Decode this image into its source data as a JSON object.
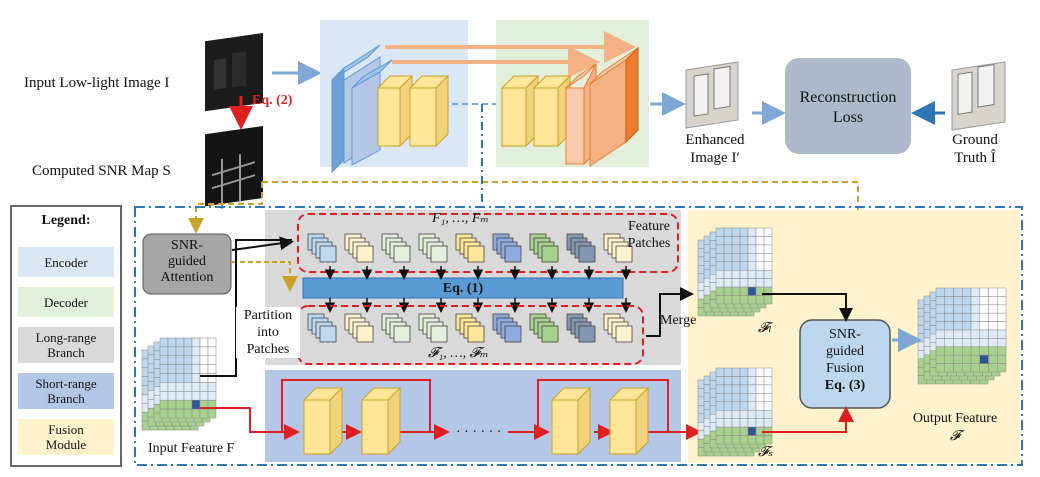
{
  "top": {
    "input_label": "Input Low-light Image I",
    "snr_map_label": "Computed SNR Map S",
    "eq2_label": "Eq. (2)",
    "enhanced_label_1": "Enhanced",
    "enhanced_label_2": "Image I′",
    "loss_label_1": "Reconstruction",
    "loss_label_2": "Loss",
    "gt_label_1": "Ground",
    "gt_label_2": "Truth Î"
  },
  "legend": {
    "title": "Legend:",
    "items": [
      {
        "label": "Encoder",
        "color": "#dae8f5"
      },
      {
        "label": "Decoder",
        "color": "#e2efda"
      },
      {
        "label": "Long-range Branch",
        "color": "#d9d9d9"
      },
      {
        "label": "Short-range Branch",
        "color": "#b4c7e7"
      },
      {
        "label": "Fusion Module",
        "color": "#fff2cc"
      }
    ]
  },
  "detail": {
    "snr_attention_1": "SNR-",
    "snr_attention_2": "guided",
    "snr_attention_3": "Attention",
    "partition_1": "Partition",
    "partition_2": "into",
    "partition_3": "Patches",
    "patches_top_label": "F₁, …, Fₘ",
    "feature_patches_1": "Feature",
    "feature_patches_2": "Patches",
    "eq1_label": "Eq. (1)",
    "patches_bottom_label": "𝓕₁, …, 𝓕ₘ",
    "merge_label": "Merge",
    "fl_label": "𝓕ₗ",
    "fs_label": "𝓕ₛ",
    "fusion_1": "SNR-",
    "fusion_2": "guided",
    "fusion_3": "Fusion",
    "fusion_eq": "Eq. (3)",
    "output_label_1": "Output Feature",
    "output_label_2": "𝓕",
    "input_feature_label": "Input Feature F",
    "dots": "· · · · · ·"
  },
  "colors": {
    "encoder_bg": "#dae8f5",
    "decoder_bg": "#e2efda",
    "longrange_bg": "#d9d9d9",
    "shortrange_bg": "#b4c7e7",
    "fusion_bg": "#fff2cc",
    "loss_box": "#adb9ca",
    "snr_attn_box": "#a6a6a6",
    "fusion_box": "#bdd7ee",
    "eq1_bar": "#5b9bd5",
    "red": "#e02020",
    "orange_dash": "#c9a227",
    "blue_dash": "#2e75b6"
  }
}
